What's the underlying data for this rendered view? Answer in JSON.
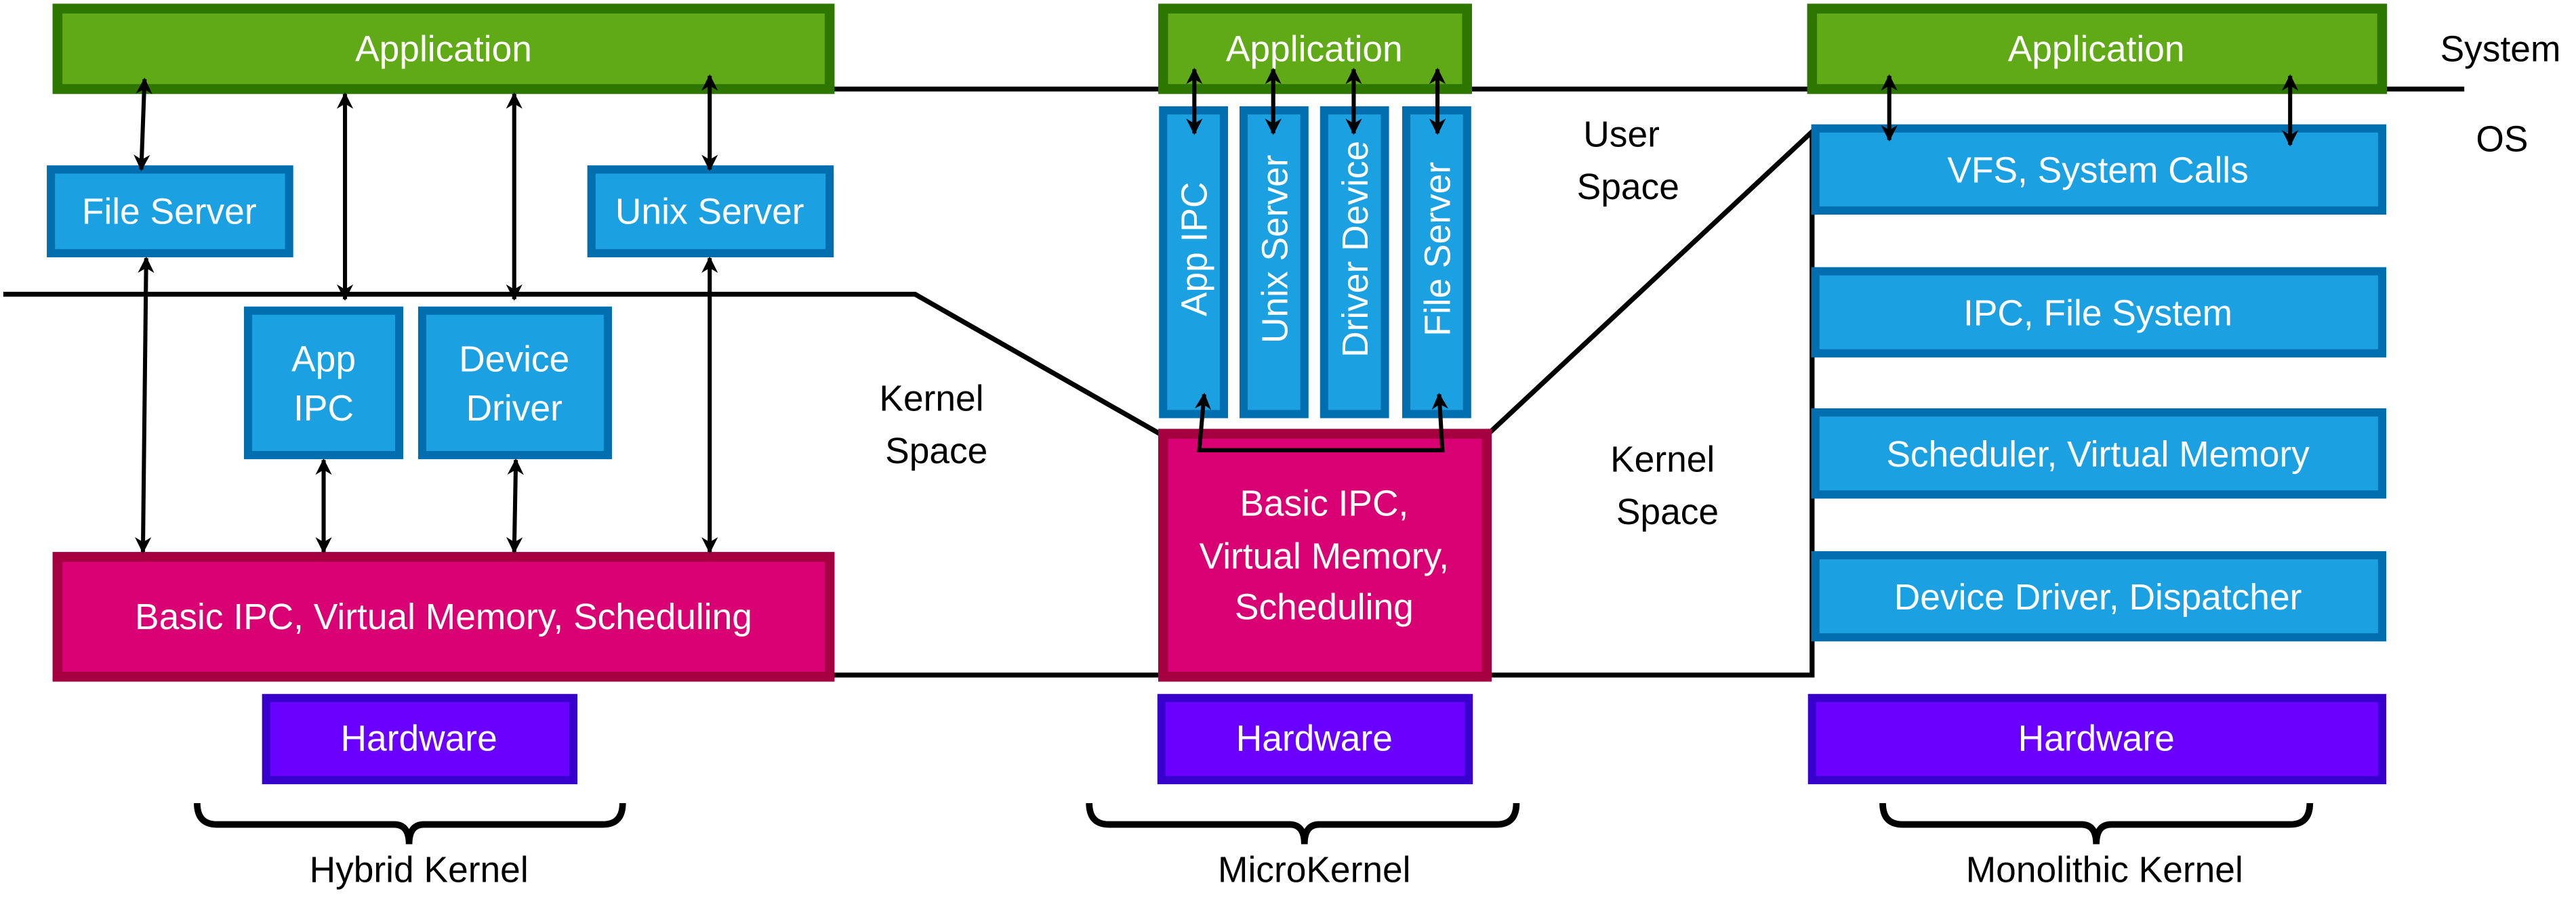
{
  "colors": {
    "application_fill": "#60a917",
    "application_stroke": "#2d7600",
    "service_fill": "#1ba1e2",
    "service_stroke": "#006eaf",
    "kernel_fill": "#d80073",
    "kernel_stroke": "#a50040",
    "hardware_fill": "#6a00ff",
    "hardware_stroke": "#3700cc",
    "line": "#000000"
  },
  "side_labels": {
    "system": "System",
    "os": "OS"
  },
  "space_labels": {
    "hybrid_kernel_space": [
      "Kernel",
      "Space"
    ],
    "micro_user_space": [
      "User",
      "Space"
    ],
    "mono_kernel_space": [
      "Kernel",
      "Space"
    ]
  },
  "hybrid": {
    "title": "Hybrid Kernel",
    "application": "Application",
    "file_server": "File Server",
    "unix_server": "Unix Server",
    "app_ipc": [
      "App",
      "IPC"
    ],
    "device_driver": [
      "Device",
      "Driver"
    ],
    "kernel": "Basic IPC, Virtual Memory, Scheduling",
    "hardware": "Hardware"
  },
  "micro": {
    "title": "MicroKernel",
    "application": "Application",
    "servers": [
      "App IPC",
      "Unix Server",
      "Driver Device",
      "File Server"
    ],
    "kernel": [
      "Basic IPC,",
      "Virtual Memory,",
      "Scheduling"
    ],
    "hardware": "Hardware"
  },
  "mono": {
    "title": "Monolithic Kernel",
    "application": "Application",
    "layers": [
      "VFS, System Calls",
      "IPC, File System",
      "Scheduler, Virtual Memory",
      "Device Driver, Dispatcher"
    ],
    "hardware": "Hardware"
  }
}
